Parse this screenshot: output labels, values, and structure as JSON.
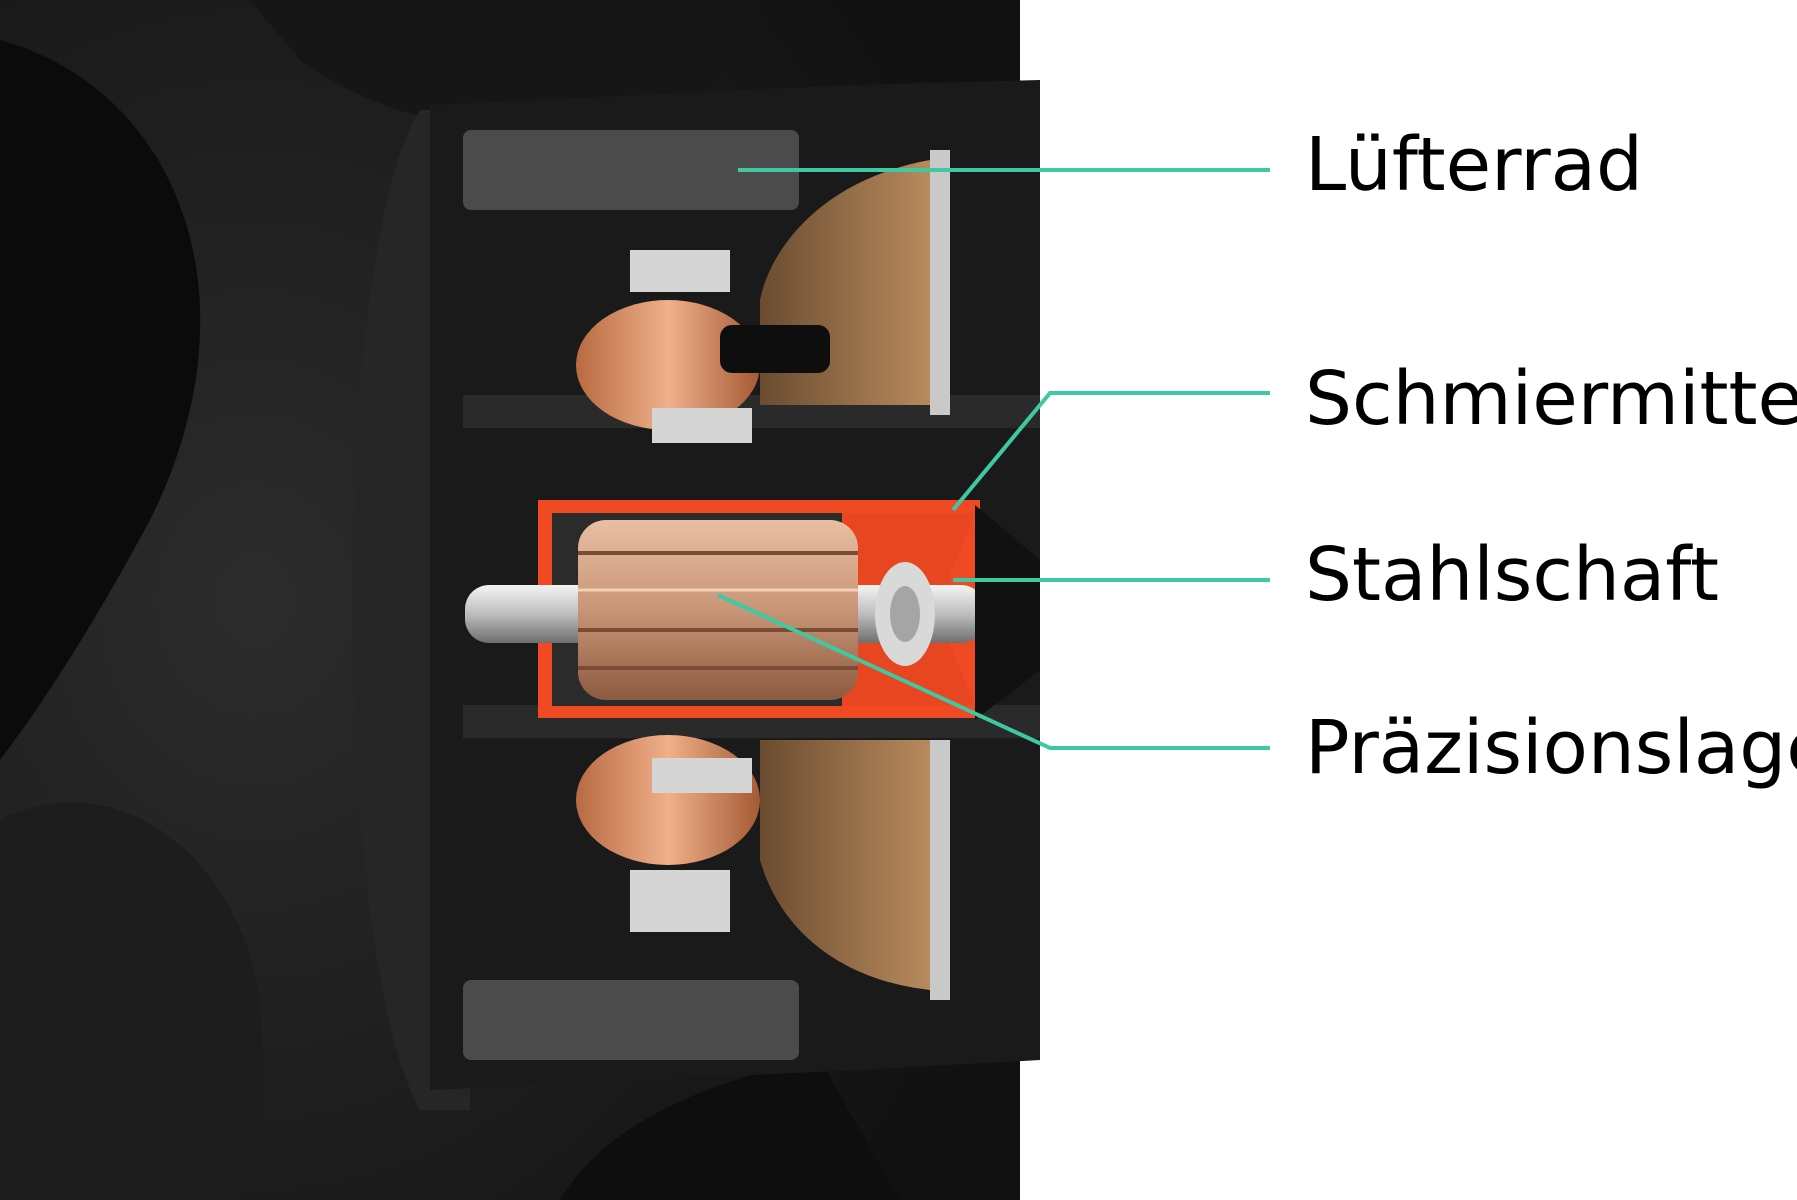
{
  "accent_color": "#3ec9a3",
  "callouts": [
    {
      "id": "fan-wheel",
      "label": "Lüfterrad"
    },
    {
      "id": "lubricant",
      "label": "Schmiermittel"
    },
    {
      "id": "steel-shaft",
      "label": "Stahlschaft"
    },
    {
      "id": "precision-bearing",
      "label": "Präzisionslager"
    }
  ]
}
